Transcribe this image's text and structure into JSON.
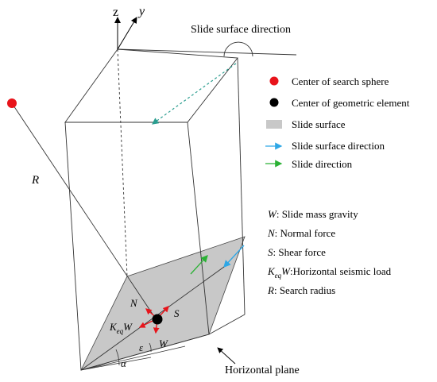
{
  "diagram": {
    "axis_labels": {
      "z": "z",
      "y": "y"
    },
    "top_label": "Slide surface direction",
    "radius_label": "R",
    "bottom_label": "Horizontal plane",
    "force_labels": {
      "N": "N",
      "S": "S",
      "K": "K",
      "eq": "eq",
      "W_suffix": "W",
      "W": "W",
      "epsilon": "ε",
      "alpha": "α"
    },
    "colors": {
      "sphere_center": "#e8141b",
      "element_center": "#000000",
      "slide_surface": "#c8c8c8",
      "surface_direction_arrow": "#2ea7e6",
      "slide_direction_arrow": "#2bb135",
      "dashed_guide": "#2a9d8f",
      "force_arrows": "#e8141b"
    }
  },
  "legend": {
    "items": [
      {
        "marker": "red-dot",
        "label": "Center of search sphere"
      },
      {
        "marker": "black-dot",
        "label": "Center of geometric element"
      },
      {
        "marker": "gray-rect",
        "label": "Slide surface"
      },
      {
        "marker": "blue-arrow",
        "label": "Slide surface direction"
      },
      {
        "marker": "green-arrow",
        "label": "Slide direction"
      }
    ]
  },
  "definitions": [
    {
      "symbol": "W",
      "text": ": Slide mass gravity"
    },
    {
      "symbol": "N",
      "text": ": Normal force"
    },
    {
      "symbol": "S",
      "text": ": Shear force"
    },
    {
      "symbol": "K",
      "sub": "eq",
      "symbol2": "W",
      "text": ":Horizontal seismic load"
    },
    {
      "symbol": "R",
      "text": ": Search radius"
    }
  ]
}
